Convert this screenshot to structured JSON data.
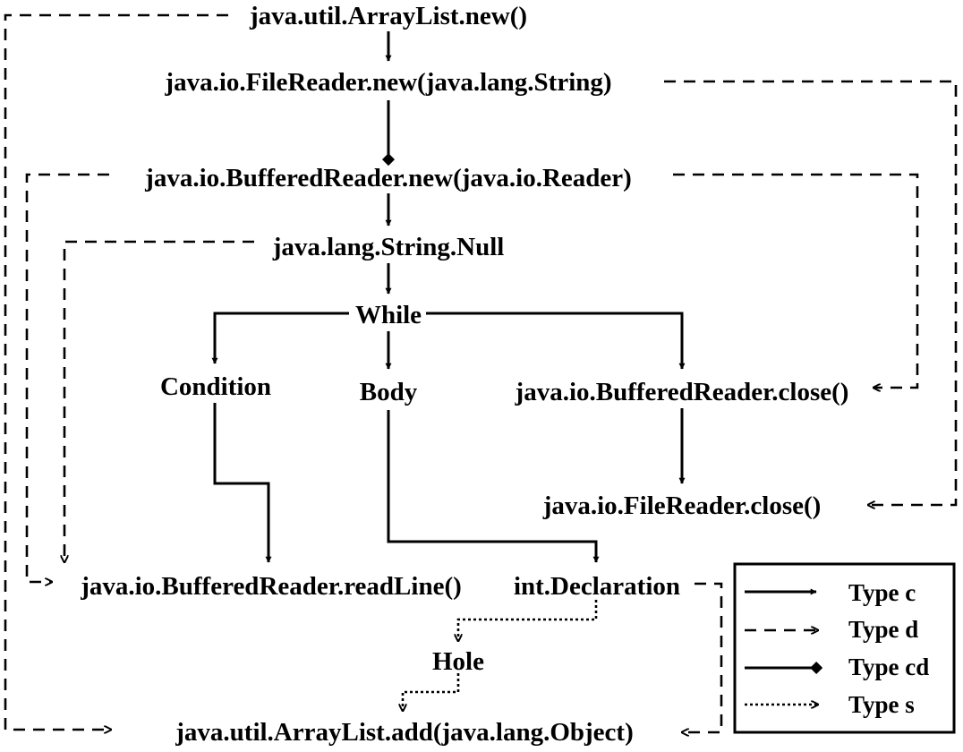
{
  "nodes": {
    "arraylist_new": "java.util.ArrayList.new()",
    "filereader_new": "java.io.FileReader.new(java.lang.String)",
    "bufferedreader_new": "java.io.BufferedReader.new(java.io.Reader)",
    "string_null": "java.lang.String.Null",
    "while": "While",
    "condition": "Condition",
    "body": "Body",
    "bufferedreader_close": "java.io.BufferedReader.close()",
    "filereader_close": "java.io.FileReader.close()",
    "readline": "java.io.BufferedReader.readLine()",
    "int_declaration": "int.Declaration",
    "hole": "Hole",
    "arraylist_add": "java.util.ArrayList.add(java.lang.Object)"
  },
  "legend": {
    "type_c": "Type c",
    "type_d": "Type d",
    "type_cd": "Type cd",
    "type_s": "Type s"
  },
  "edge_types": {
    "c": "solid line with arrowhead",
    "d": "dashed line with arrowhead",
    "cd": "solid line with diamond head",
    "s": "dotted line with arrowhead"
  },
  "colors": {
    "ink": "#000000",
    "background": "#ffffff"
  }
}
